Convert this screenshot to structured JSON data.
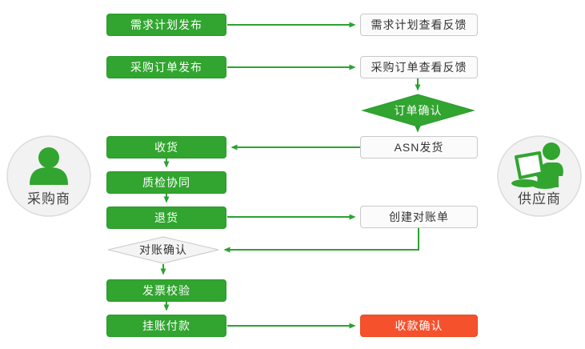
{
  "diagram_title": "procurement-supplier-collaboration-flow",
  "colors": {
    "green": "#31a52f",
    "green_border": "#2a9a2e",
    "red": "#f5512d",
    "white_box_fill": "#fbfbfb",
    "gray_fill": "#f4f4f4",
    "gray_border": "#c9c9c9",
    "arrow": "#2ca231",
    "circle_fill": "#f2f2f2",
    "circle_border": "#dcdcdc"
  },
  "actors": {
    "buyer": {
      "label": "采购商",
      "icon": "user-icon"
    },
    "supplier": {
      "label": "供应商",
      "icon": "user-laptop-icon"
    }
  },
  "nodes": {
    "demand_publish": {
      "label": "需求计划发布",
      "type": "green-box"
    },
    "demand_view": {
      "label": "需求计划查看反馈",
      "type": "white-box"
    },
    "po_publish": {
      "label": "采购订单发布",
      "type": "green-box"
    },
    "po_view": {
      "label": "采购订单查看反馈",
      "type": "white-box"
    },
    "order_confirm": {
      "label": "订单确认",
      "type": "green-diamond"
    },
    "receive": {
      "label": "收货",
      "type": "green-box"
    },
    "asn_ship": {
      "label": "ASN发货",
      "type": "white-box"
    },
    "qc_collaboration": {
      "label": "质检协同",
      "type": "green-box"
    },
    "return_goods": {
      "label": "退货",
      "type": "green-box"
    },
    "create_statement": {
      "label": "创建对账单",
      "type": "white-box"
    },
    "statement_confirm": {
      "label": "对账确认",
      "type": "gray-diamond"
    },
    "invoice_check": {
      "label": "发票校验",
      "type": "green-box"
    },
    "pending_payment": {
      "label": "挂账付款",
      "type": "green-box"
    },
    "receipt_confirm": {
      "label": "收款确认",
      "type": "red-box"
    }
  }
}
